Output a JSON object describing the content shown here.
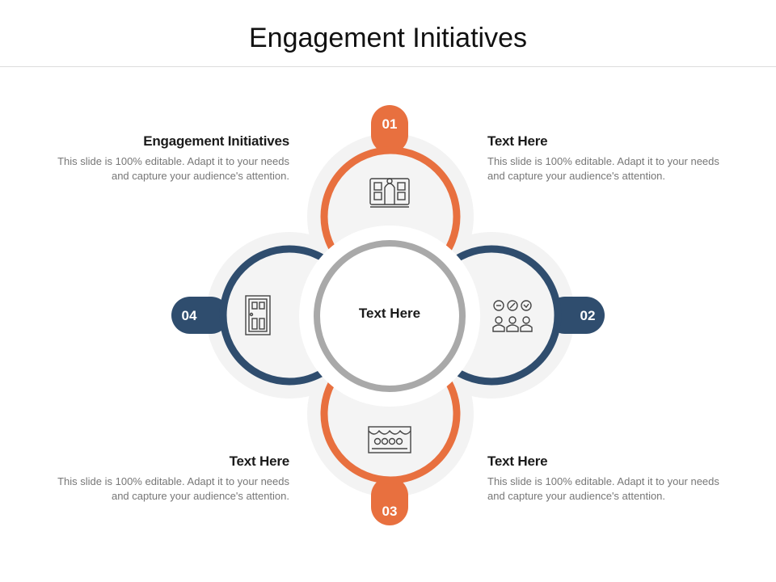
{
  "title": "Engagement Initiatives",
  "center": {
    "label": "Text Here"
  },
  "colors": {
    "orange": "#e8703f",
    "navy": "#2f4d6e",
    "gray_ring": "#a9a9a9",
    "light_fill": "#f2f2f2"
  },
  "nodes": [
    {
      "number": "01",
      "color": "orange",
      "icon": "building-panel-icon"
    },
    {
      "number": "02",
      "color": "navy",
      "icon": "people-feedback-icon"
    },
    {
      "number": "03",
      "color": "orange",
      "icon": "theater-stage-icon"
    },
    {
      "number": "04",
      "color": "navy",
      "icon": "door-icon"
    }
  ],
  "blocks": [
    {
      "heading": "Engagement Initiatives",
      "body": "This slide is 100% editable. Adapt it to your needs and capture your audience's attention."
    },
    {
      "heading": "Text Here",
      "body": "This slide is 100% editable. Adapt it to your needs and capture your audience's attention."
    },
    {
      "heading": "Text Here",
      "body": "This slide is 100% editable. Adapt it to your needs and capture your audience's attention."
    },
    {
      "heading": "Text Here",
      "body": "This slide is 100% editable. Adapt it to your needs and capture your audience's attention."
    }
  ]
}
